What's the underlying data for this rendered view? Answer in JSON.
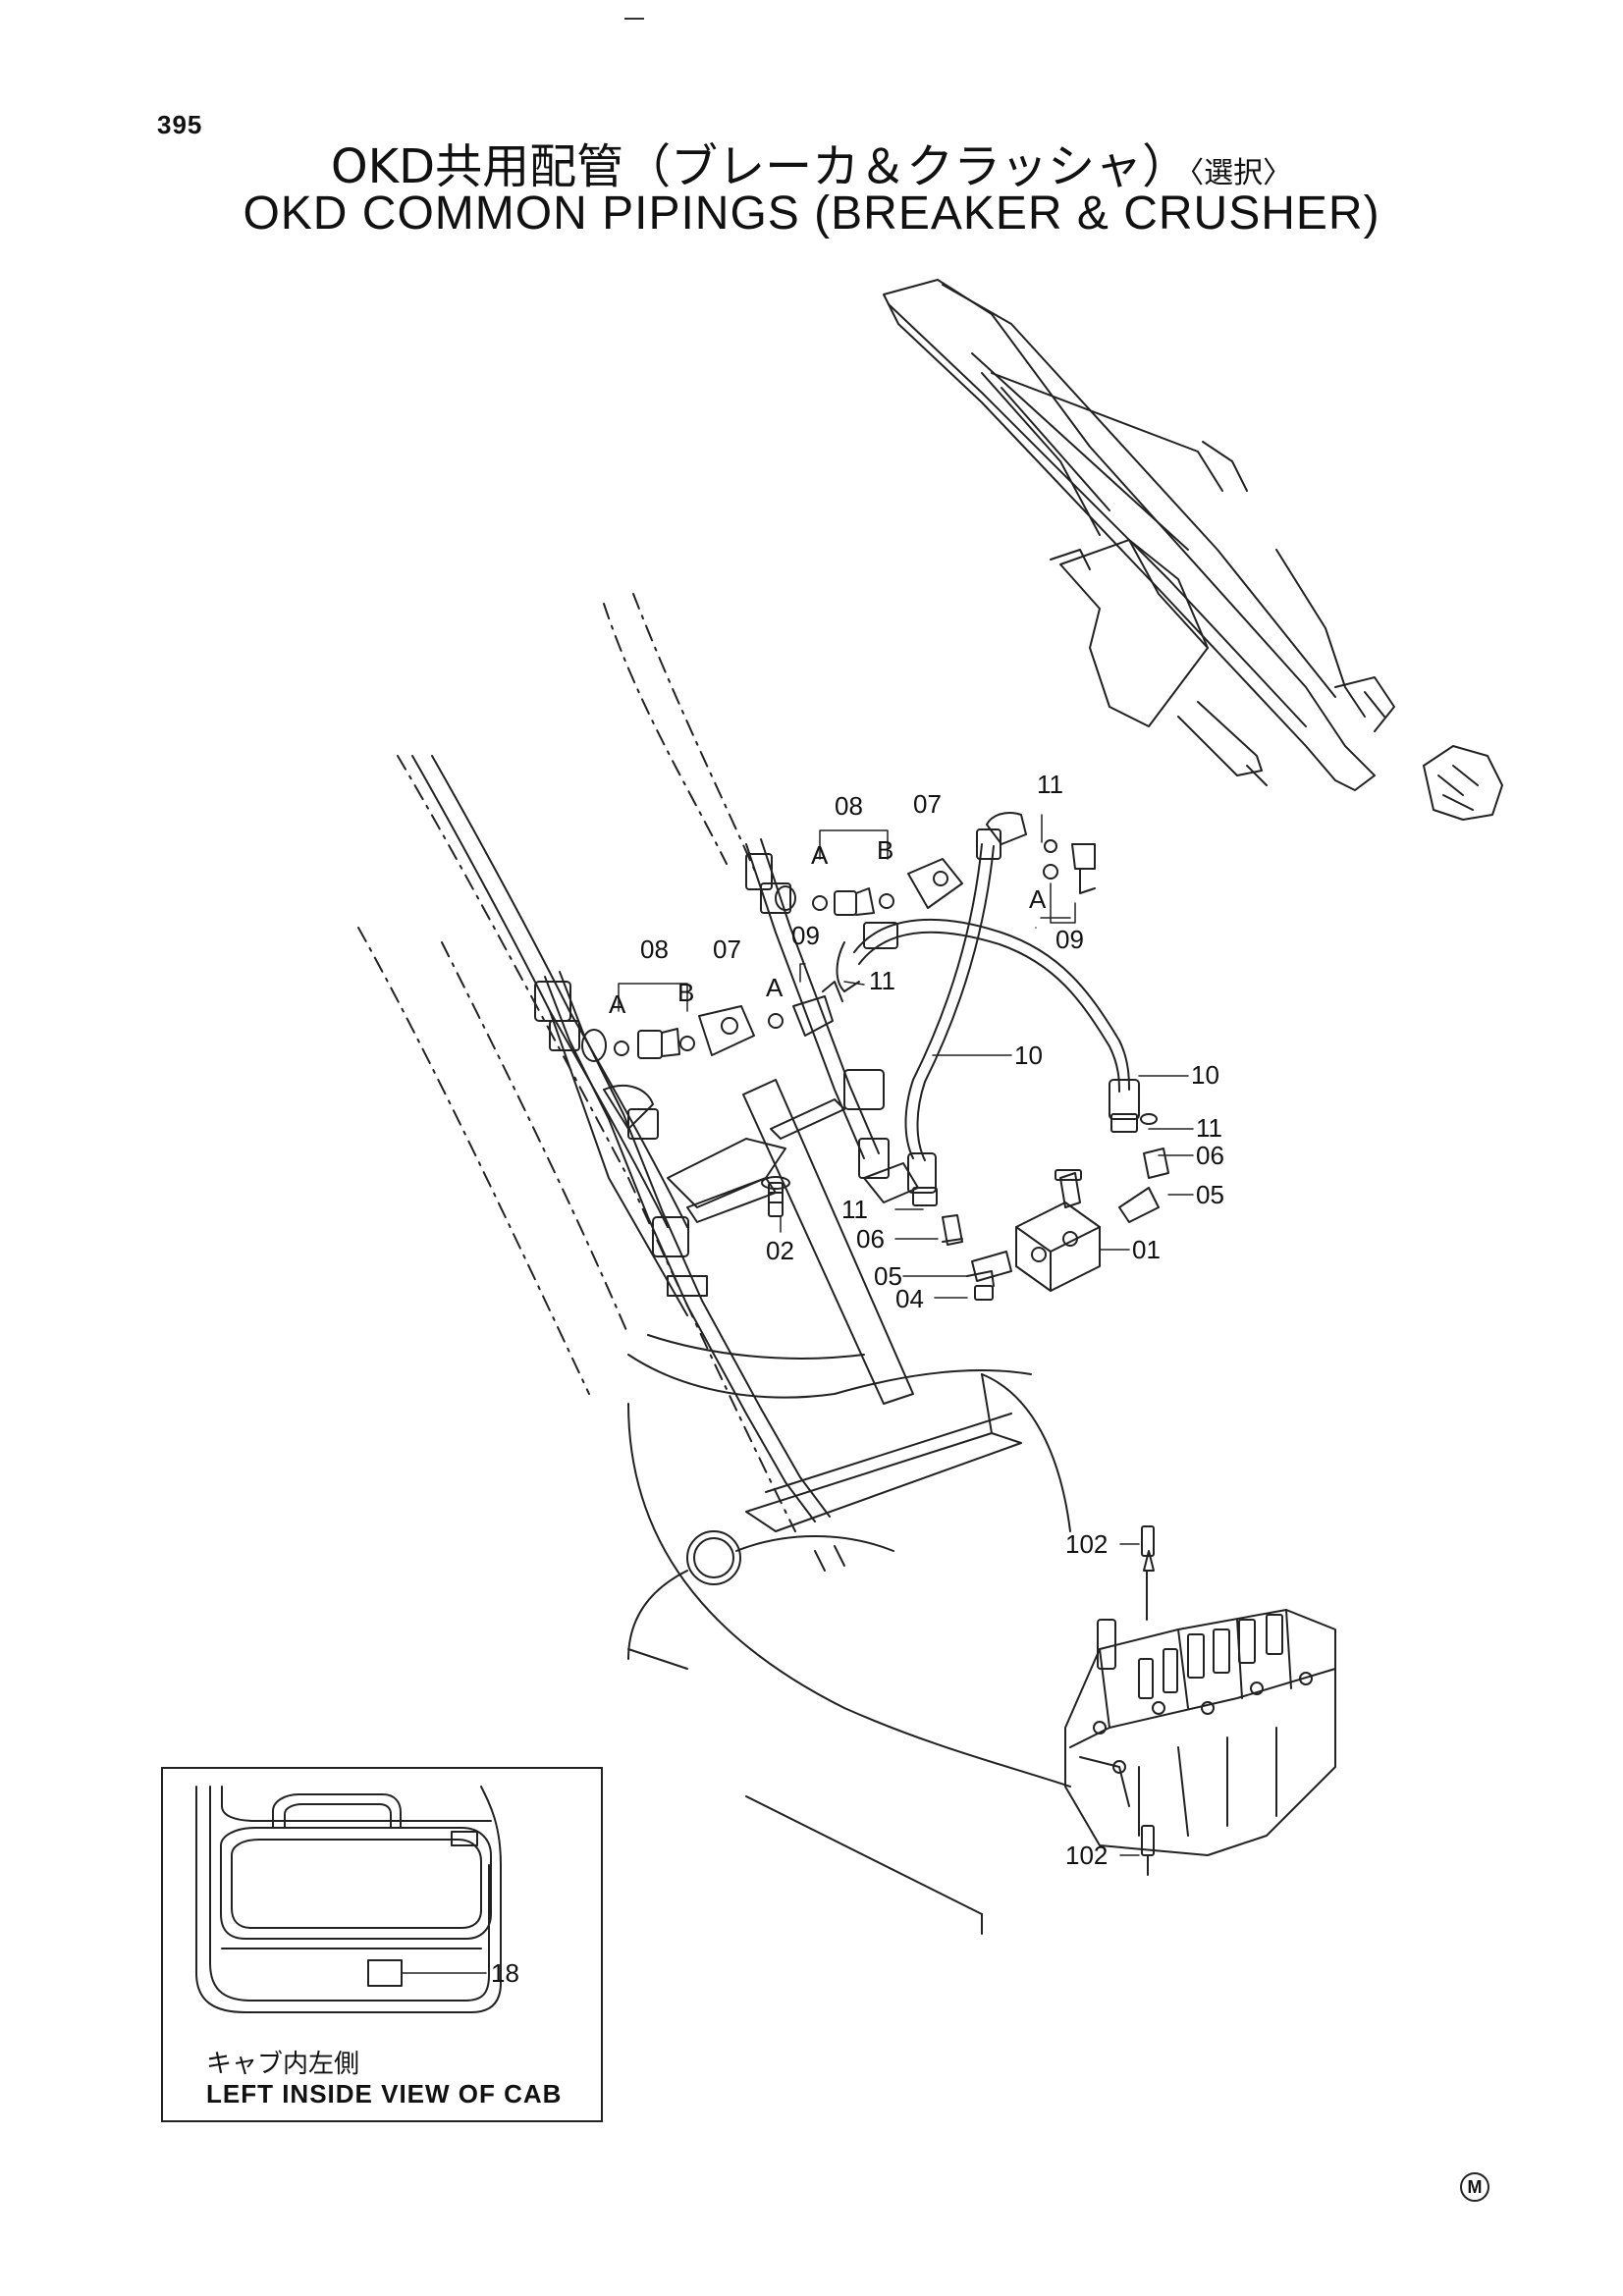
{
  "page": {
    "number": "395"
  },
  "title": {
    "jp": "OKD共用配管（ブレーカ＆クラッシャ）",
    "jp_suffix": "〈選択〉",
    "en": "OKD COMMON PIPINGS (BREAKER & CRUSHER)"
  },
  "inset": {
    "label_jp": "キャブ内左側",
    "label_en": "LEFT INSIDE VIEW OF CAB",
    "part_callout": "18"
  },
  "callouts": {
    "part_01": "01",
    "part_02": "02",
    "part_04": "04",
    "part_05": "05",
    "part_06": "06",
    "part_07": "07",
    "part_08": "08",
    "part_09": "09",
    "part_10": "10",
    "part_11": "11",
    "part_102": "102",
    "marker_a": "A",
    "marker_b": "B"
  },
  "corner_mark": "M"
}
